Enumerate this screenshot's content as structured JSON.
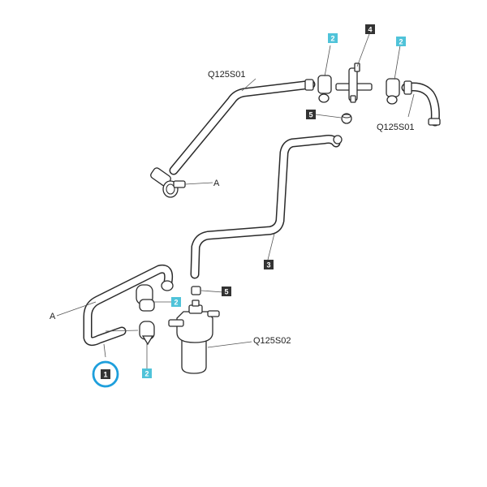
{
  "callouts": [
    {
      "id": "callout-1",
      "text": "1",
      "color": "#333333",
      "highlight": true
    },
    {
      "id": "callout-2-top-left",
      "text": "2",
      "color": "#4fc3d9"
    },
    {
      "id": "callout-2-top-right",
      "text": "2",
      "color": "#4fc3d9"
    },
    {
      "id": "callout-2-mid",
      "text": "2",
      "color": "#4fc3d9"
    },
    {
      "id": "callout-2-bottom",
      "text": "2",
      "color": "#4fc3d9"
    },
    {
      "id": "callout-3",
      "text": "3",
      "color": "#333333"
    },
    {
      "id": "callout-4",
      "text": "4",
      "color": "#333333"
    },
    {
      "id": "callout-5-top",
      "text": "5",
      "color": "#333333"
    },
    {
      "id": "callout-5-bottom",
      "text": "5",
      "color": "#333333"
    }
  ],
  "labels": {
    "ref_top": "Q125S01",
    "ref_right": "Q125S01",
    "ref_filter": "Q125S02",
    "connector_a_upper": "A",
    "connector_a_lower": "A"
  },
  "highlight_color": "#1e9fdc"
}
